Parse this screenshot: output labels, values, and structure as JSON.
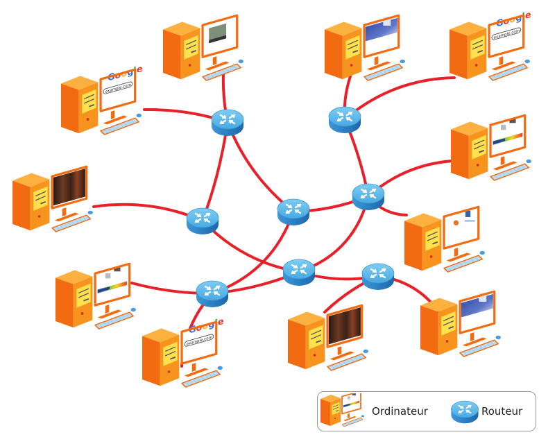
{
  "diagram": {
    "type": "network-topology",
    "colors": {
      "link": "#e8202a",
      "router_top": "#5bb8ea",
      "router_side": "#2a7fc4",
      "router_arrow": "#ffffff",
      "tower_front": "#f7941d",
      "tower_side": "#f26b10",
      "tower_panel": "#ffe14d",
      "monitor_frame": "#f26b10",
      "keyboard": "#b9dcf5"
    },
    "routers": [
      {
        "id": "R1"
      },
      {
        "id": "R2"
      },
      {
        "id": "R3"
      },
      {
        "id": "R4"
      },
      {
        "id": "R5"
      },
      {
        "id": "R6"
      },
      {
        "id": "R7"
      },
      {
        "id": "R8"
      }
    ],
    "computers": [
      {
        "id": "C1",
        "screen": "google"
      },
      {
        "id": "C2",
        "screen": "photo"
      },
      {
        "id": "C3",
        "screen": "blue-site"
      },
      {
        "id": "C4",
        "screen": "google"
      },
      {
        "id": "C5",
        "screen": "chart"
      },
      {
        "id": "C6",
        "screen": "white-site"
      },
      {
        "id": "C7",
        "screen": "books"
      },
      {
        "id": "C8",
        "screen": "chart"
      },
      {
        "id": "C9",
        "screen": "google"
      },
      {
        "id": "C10",
        "screen": "books"
      },
      {
        "id": "C11",
        "screen": "blue-site"
      }
    ],
    "links": [
      [
        "C1",
        "R1"
      ],
      [
        "C2",
        "R1"
      ],
      [
        "C3",
        "R2"
      ],
      [
        "C4",
        "R2"
      ],
      [
        "C5",
        "R5"
      ],
      [
        "C6",
        "R5"
      ],
      [
        "C7",
        "R3"
      ],
      [
        "C8",
        "R6"
      ],
      [
        "C9",
        "R6"
      ],
      [
        "C10",
        "R8"
      ],
      [
        "C11",
        "R8"
      ],
      [
        "R1",
        "R3"
      ],
      [
        "R1",
        "R4"
      ],
      [
        "R2",
        "R5"
      ],
      [
        "R3",
        "R7"
      ],
      [
        "R4",
        "R6"
      ],
      [
        "R4",
        "R5"
      ],
      [
        "R5",
        "R7"
      ],
      [
        "R6",
        "R7"
      ],
      [
        "R7",
        "R8"
      ]
    ],
    "screen_texts": {
      "google_logo": "Google",
      "google_search": "example.com"
    }
  },
  "legend": {
    "computer_label": "Ordinateur",
    "router_label": "Routeur"
  }
}
